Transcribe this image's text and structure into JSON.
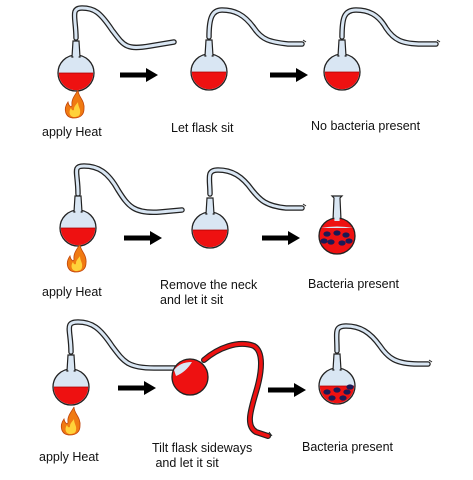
{
  "colors": {
    "broth": "#ee1111",
    "flask_glass": "#d9e6f3",
    "outline": "#222222",
    "arrow": "#000000",
    "bacteria": "#1a1a55",
    "flame_outer": "#f07a12",
    "flame_inner": "#ffd23a"
  },
  "icons": [
    "fire-icon",
    "right-arrow-icon",
    "bacteria-dot-icon"
  ],
  "rows": [
    {
      "labels": [
        "apply Heat",
        "Let flask sit",
        "No bacteria present"
      ]
    },
    {
      "labels": [
        "apply Heat",
        "Remove the neck\nand let it sit",
        "Bacteria present"
      ]
    },
    {
      "labels": [
        "apply Heat",
        "Tilt flask sideways\n and let it sit",
        "Bacteria present"
      ]
    }
  ]
}
